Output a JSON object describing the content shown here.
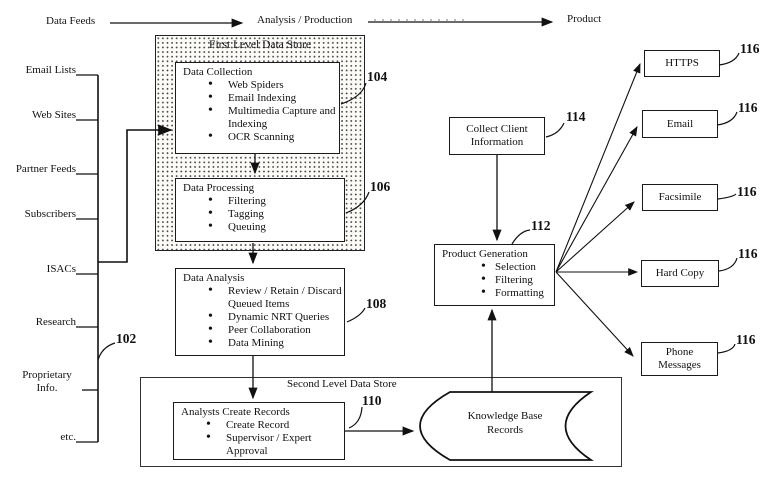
{
  "header": {
    "data_feeds": "Data Feeds",
    "analysis_production": "Analysis / Production",
    "product": "Product"
  },
  "sources": {
    "ref": "102",
    "items": [
      "Email Lists",
      "Web Sites",
      "Partner Feeds",
      "Subscribers",
      "ISACs",
      "Research",
      "Proprietary Info.",
      "etc."
    ]
  },
  "first_level_store": {
    "title": "First Level Data Store",
    "data_collection": {
      "ref": "104",
      "title": "Data Collection",
      "bullets": [
        "Web Spiders",
        "Email Indexing",
        "Multimedia Capture and Indexing",
        "OCR Scanning"
      ]
    },
    "data_processing": {
      "ref": "106",
      "title": "Data Processing",
      "bullets": [
        "Filtering",
        "Tagging",
        "Queuing"
      ]
    }
  },
  "data_analysis": {
    "ref": "108",
    "title": "Data Analysis",
    "bullets": [
      "Review / Retain / Discard Queued Items",
      "Dynamic NRT Queries",
      "Peer Collaboration",
      "Data Mining"
    ]
  },
  "second_level_store": {
    "title": "Second Level Data Store",
    "analysts_create_records": {
      "ref": "110",
      "title": "Analysts Create Records",
      "bullets": [
        "Create Record",
        "Supervisor / Expert Approval"
      ]
    },
    "knowledge_base": {
      "label": "Knowledge Base Records"
    }
  },
  "collect_client": {
    "ref": "114",
    "label": "Collect Client Information"
  },
  "product_generation": {
    "ref": "112",
    "title": "Product Generation",
    "bullets": [
      "Selection",
      "Filtering",
      "Formatting"
    ]
  },
  "outputs": {
    "ref": "116",
    "items": [
      "HTTPS",
      "Email",
      "Facsimile",
      "Hard Copy",
      "Phone Messages"
    ]
  },
  "colors": {
    "ink": "#111111",
    "stipple_bg": "#fcfbf8"
  }
}
